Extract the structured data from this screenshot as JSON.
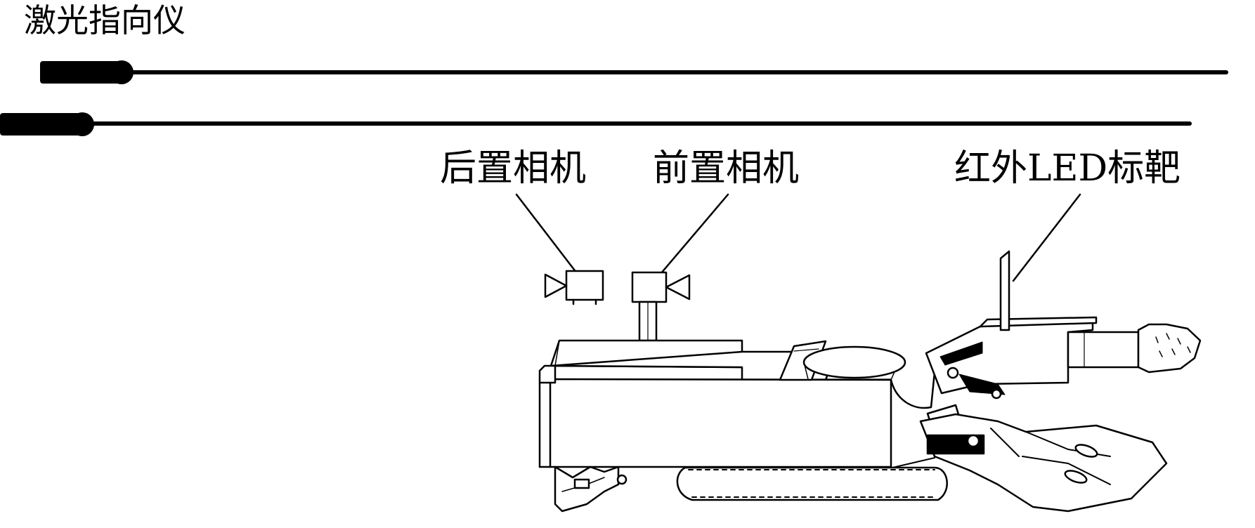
{
  "labels": {
    "laser_pointer": "激光指向仪",
    "rear_camera": "后置相机",
    "front_camera": "前置相机",
    "infrared_led_target": "红外LED标靶"
  }
}
